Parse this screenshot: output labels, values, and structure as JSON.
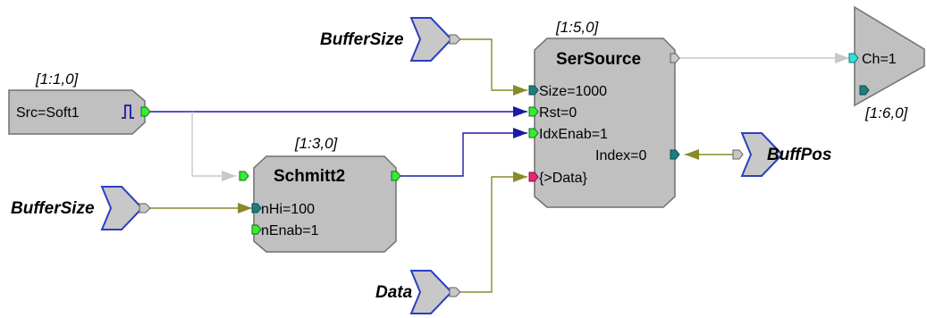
{
  "blocks": {
    "src": {
      "index": "[1:1,0]",
      "param": "Src=Soft1"
    },
    "schmitt": {
      "index": "[1:3,0]",
      "title": "Schmitt2",
      "p1": "nHi=100",
      "p2": "nEnab=1"
    },
    "sersource": {
      "index": "[1:5,0]",
      "title": "SerSource",
      "p1": "Size=1000",
      "p2": "Rst=0",
      "p3": "IdxEnab=1",
      "p4": "{>Data}",
      "out": "Index=0"
    },
    "channel": {
      "index": "[1:6,0]",
      "param": "Ch=1"
    }
  },
  "tags": {
    "buffersize_top": "BufferSize",
    "buffersize_left": "BufferSize",
    "buffpos": "BuffPos",
    "data": "Data"
  },
  "colors": {
    "block_fill": "#c0c0c0",
    "wire_blue": "#1a1aa8",
    "wire_olive": "#8a8a2a",
    "wire_grey": "#c8c8c8",
    "port_green": "#33ee33",
    "port_teal": "#1a8080",
    "port_pink": "#ee2277",
    "port_cyan": "#33dddd"
  }
}
